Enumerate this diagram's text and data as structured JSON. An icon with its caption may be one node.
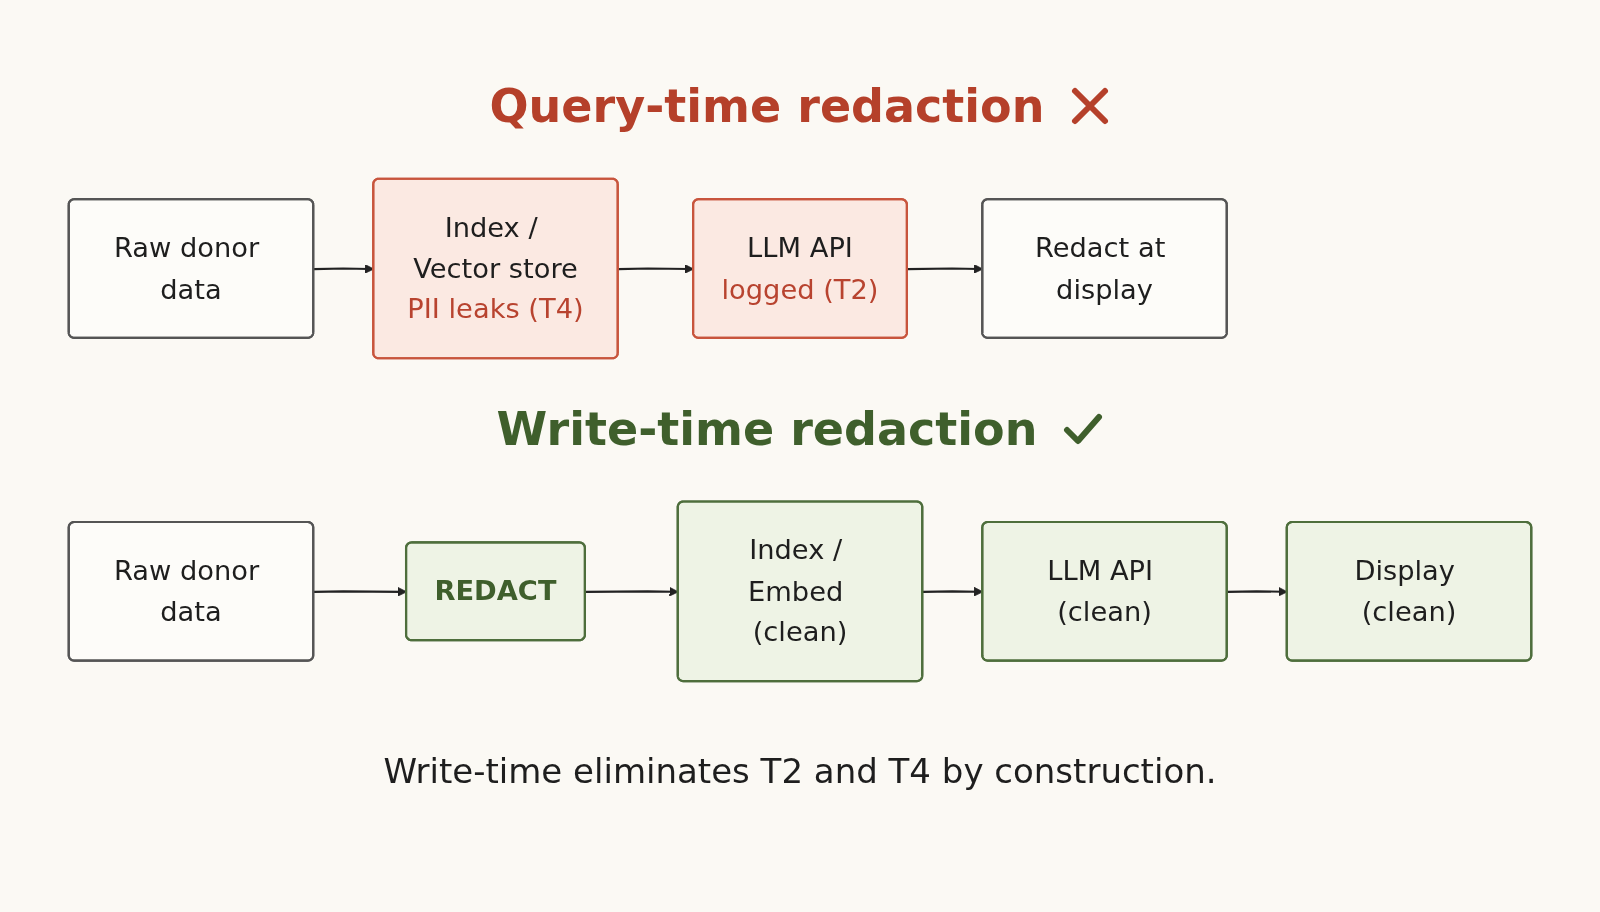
{
  "diagram": {
    "caption": "Write-time eliminates T2 and T4 by construction.",
    "nodes": [
      {
        "text": [
          "Raw donor data"
        ]
      },
      {
        "text": [
          "Index / Vector store",
          "PII leaks (T4)"
        ]
      },
      {
        "text": [
          "LLM API",
          "logged (T2)"
        ]
      },
      {
        "text": [
          "Redact at display"
        ]
      },
      {
        "text": [
          "Raw donor data"
        ]
      },
      {
        "text": [
          "REDACT"
        ]
      },
      {
        "text": [
          "Index / Embed (clean)"
        ]
      },
      {
        "text": [
          "LLM API (clean)"
        ]
      },
      {
        "text": [
          "Display (clean)"
        ]
      }
    ],
    "edges": [
      {
        "from": 0,
        "to": 1,
        "arrow": "to"
      },
      {
        "from": 1,
        "to": 2,
        "arrow": "to"
      },
      {
        "from": 2,
        "to": 3,
        "arrow": "to"
      },
      {
        "from": 4,
        "to": 5,
        "arrow": "to"
      },
      {
        "from": 5,
        "to": 6,
        "arrow": "to"
      },
      {
        "from": 6,
        "to": 7,
        "arrow": "to"
      },
      {
        "from": 7,
        "to": 8,
        "arrow": "to"
      }
    ],
    "labels": [
      "Query-time redaction",
      "Write-time redaction"
    ]
  }
}
